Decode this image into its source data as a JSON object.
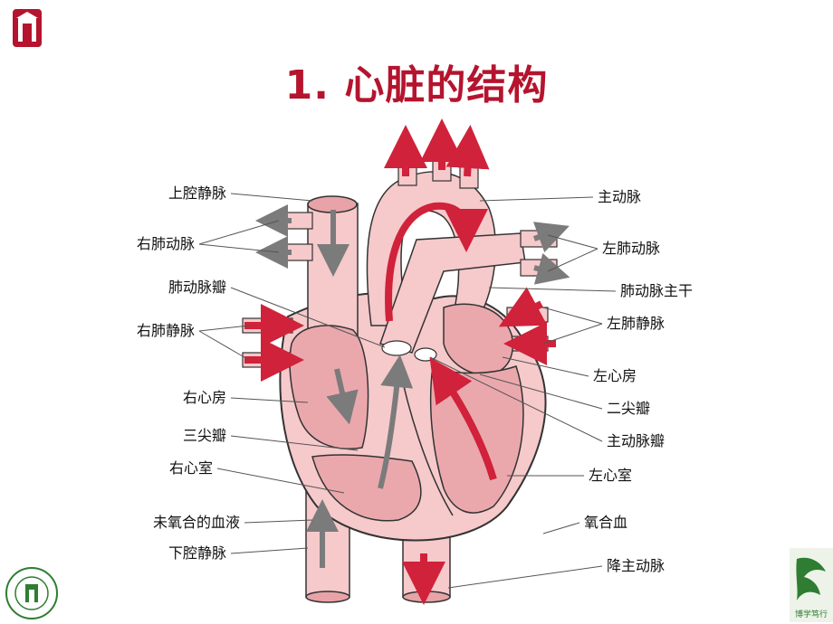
{
  "slide": {
    "title": "1. 心脏的结构",
    "corner_logo_bottom_right_text": "博学笃行"
  },
  "labels_left": [
    "上腔静脉",
    "右肺动脉",
    "肺动脉瓣",
    "右肺静脉",
    "右心房",
    "三尖瓣",
    "右心室",
    "未氧合的血液",
    "下腔静脉"
  ],
  "labels_right": [
    "主动脉",
    "左肺动脉",
    "肺动脉主干",
    "左肺静脉",
    "左心房",
    "二尖瓣",
    "主动脉瓣",
    "左心室",
    "氧合血",
    "降主动脉"
  ],
  "colors": {
    "title": "#b5142e",
    "tissue": "#f6c9cb",
    "tissue_dark": "#e7a3a8",
    "outline": "#333333",
    "arrow_red": "#d0223a",
    "arrow_gray": "#7b7b7b",
    "logo_green": "#2e7d32",
    "logo_red": "#b5142e"
  },
  "icons": [
    "university-gate-logo",
    "university-seal-logo",
    "motto-logo"
  ]
}
